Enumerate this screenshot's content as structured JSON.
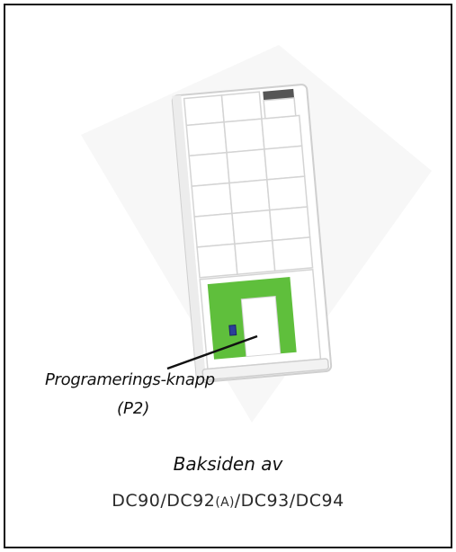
{
  "callout": {
    "label": "Programerings-knapp",
    "sublabel": "(P2)"
  },
  "caption": {
    "title": "Baksiden av",
    "models_prefix": "DC90/DC92",
    "models_variant": "(A)",
    "models_suffix": "/DC93/DC94"
  },
  "colors": {
    "frame": "#111111",
    "device_body": "#ffffff",
    "device_outline": "#cfcfcf",
    "battery_panel": "#5fbf3c",
    "button": "#2c3e9a"
  },
  "icons": {
    "device": "remote-control-back-icon",
    "button": "programming-button-icon"
  }
}
